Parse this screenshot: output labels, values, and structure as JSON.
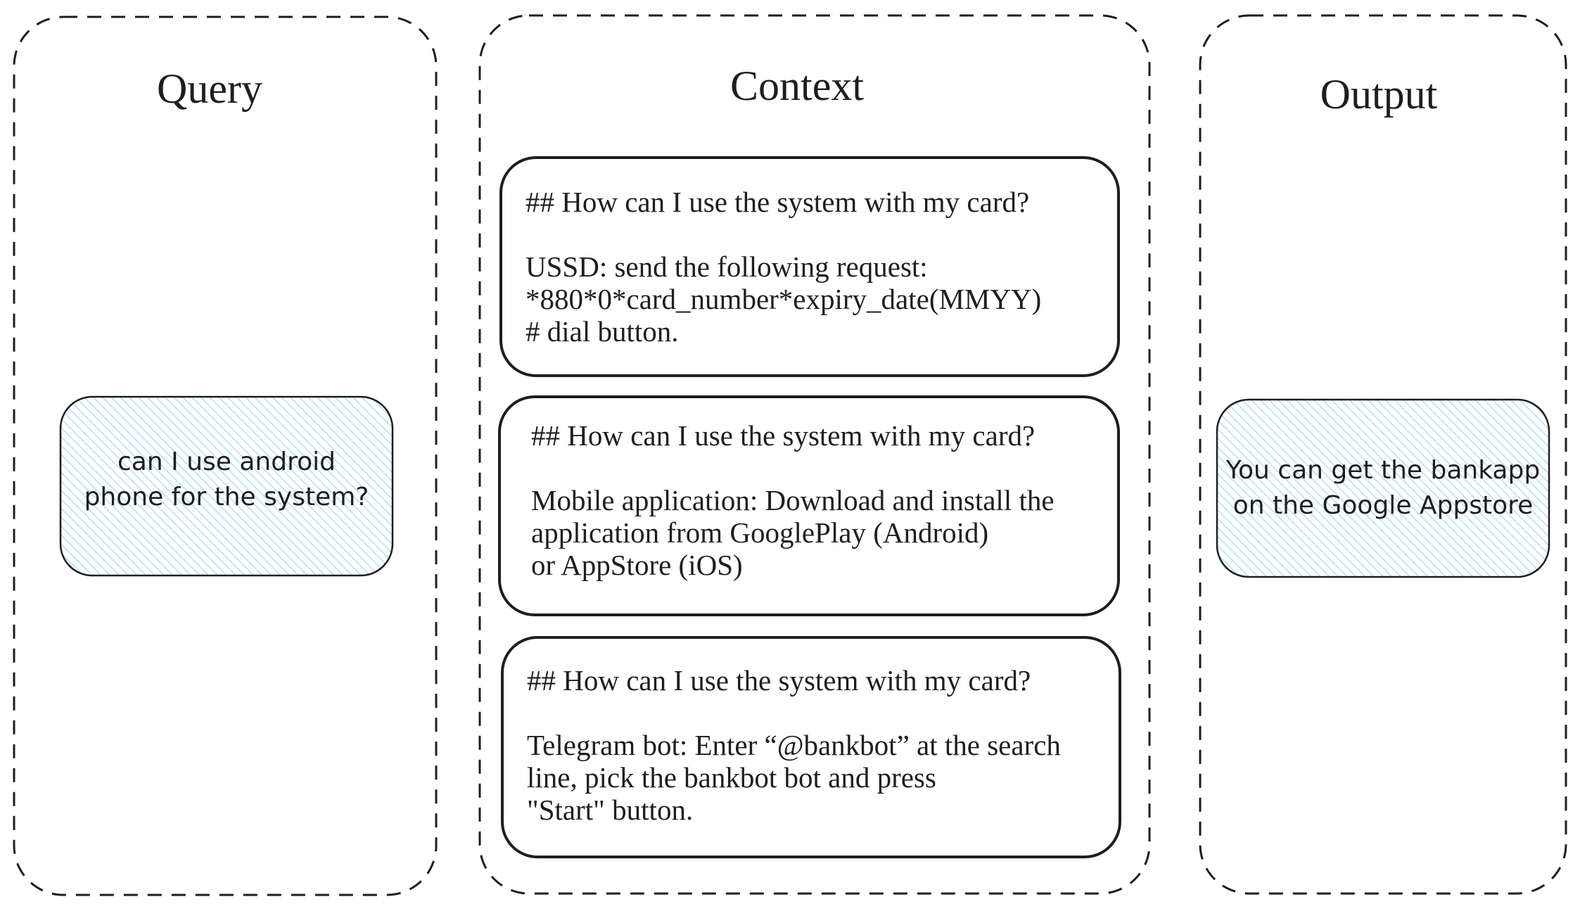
{
  "query": {
    "title": "Query",
    "bubble_lines": [
      "can I use android",
      "phone for the system?"
    ]
  },
  "context": {
    "title": "Context",
    "cards": [
      {
        "heading": "## How can I use the system with my card?",
        "lines": [
          "USSD: send the following request:",
          "*880*0*card_number*expiry_date(MMYY)",
          "# dial button."
        ]
      },
      {
        "heading": "## How can I use the system with my card?",
        "lines": [
          "Mobile application: Download and install the",
          "application from GooglePlay (Android)",
          "or AppStore (iOS)"
        ]
      },
      {
        "heading": "## How can I use the system with my card?",
        "lines": [
          "Telegram bot: Enter “@bankbot” at the search",
          "line, pick the bankbot bot and press",
          "\"Start\" button."
        ]
      }
    ]
  },
  "output": {
    "title": "Output",
    "bubble_lines": [
      "You can get the bankapp",
      "on the Google Appstore"
    ]
  },
  "colors": {
    "stroke": "#1e1e1e",
    "hatch": "#a5d8ff",
    "background": "#ffffff"
  }
}
